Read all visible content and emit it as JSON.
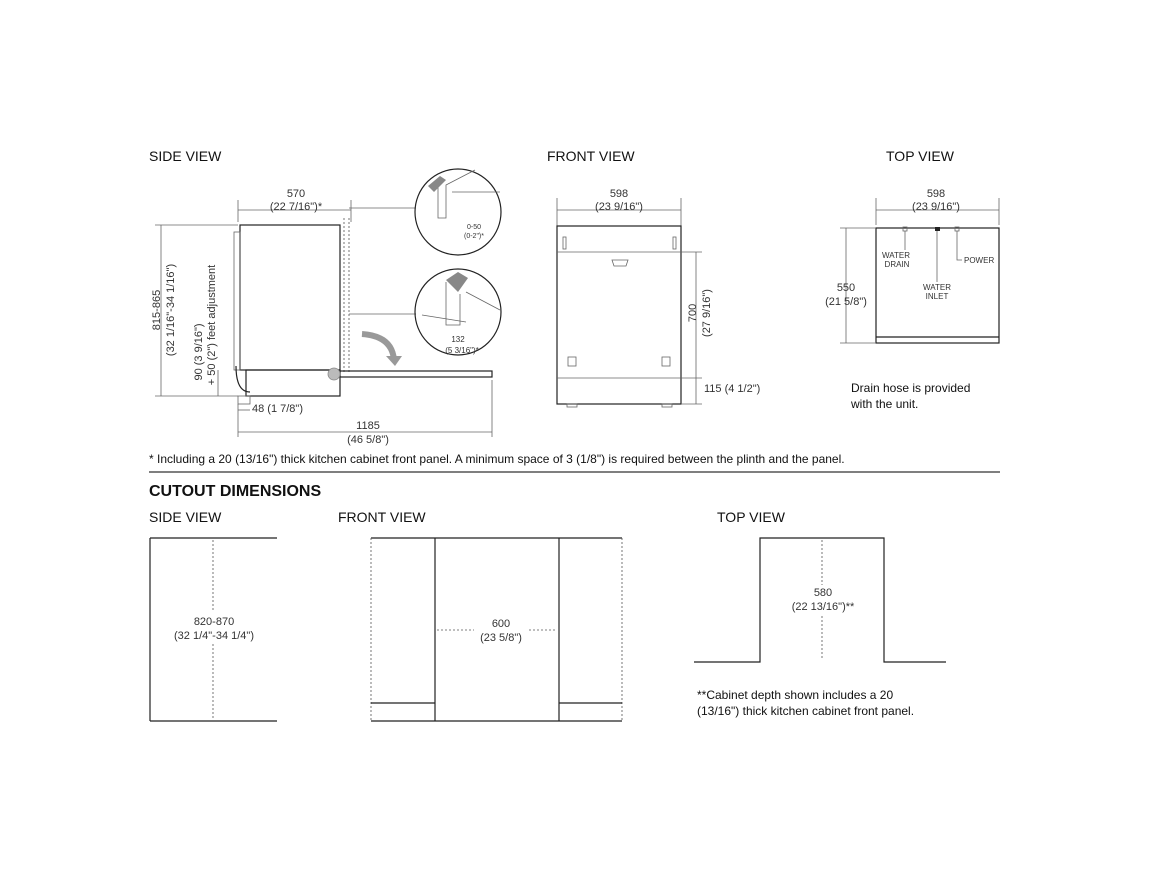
{
  "top": {
    "side_view": {
      "title": "SIDE VIEW",
      "width_mm": "570",
      "width_in": "(22 7/16\")*",
      "height_mm": "815-865",
      "height_in": "(32 1/16\"-34 1/16\")",
      "foot_adjust": "90 (3 9/16\")",
      "foot_adjust2": "+ 50 (2\") feet adjustment",
      "toe_kick": "48 (1 7/8\")",
      "open_depth_mm": "1185",
      "open_depth_in": "(46 5/8\")",
      "detail1_a": "0-50",
      "detail1_b": "(0-2\")*",
      "detail2_a": "132",
      "detail2_b": "(5 3/16\")*"
    },
    "front_view": {
      "title": "FRONT VIEW",
      "width_mm": "598",
      "width_in": "(23 9/16\")",
      "height_mm": "700",
      "height_in": "(27 9/16\")",
      "plinth": "115 (4 1/2\")"
    },
    "top_view": {
      "title": "TOP VIEW",
      "width_mm": "598",
      "width_in": "(23 9/16\")",
      "depth_mm": "550",
      "depth_in": "(21 5/8\")",
      "water_drain_1": "WATER",
      "water_drain_2": "DRAIN",
      "water_inlet_1": "WATER",
      "water_inlet_2": "INLET",
      "power": "POWER",
      "note_1": "Drain hose is provided",
      "note_2": "with the unit."
    },
    "footnote": "* Including a 20 (13/16\") thick kitchen cabinet front panel. A minimum space of 3 (1/8\") is required between the plinth and the panel."
  },
  "cutout": {
    "heading": "CUTOUT DIMENSIONS",
    "side_view": {
      "title": "SIDE VIEW",
      "height_mm": "820-870",
      "height_in": "(32 1/4\"-34 1/4\")"
    },
    "front_view": {
      "title": "FRONT VIEW",
      "width_mm": "600",
      "width_in": "(23 5/8\")"
    },
    "top_view": {
      "title": "TOP VIEW",
      "depth_mm": "580",
      "depth_in": "(22 13/16\")**",
      "note_1": "**Cabinet depth shown includes a 20",
      "note_2": "(13/16\") thick kitchen cabinet front panel."
    }
  }
}
